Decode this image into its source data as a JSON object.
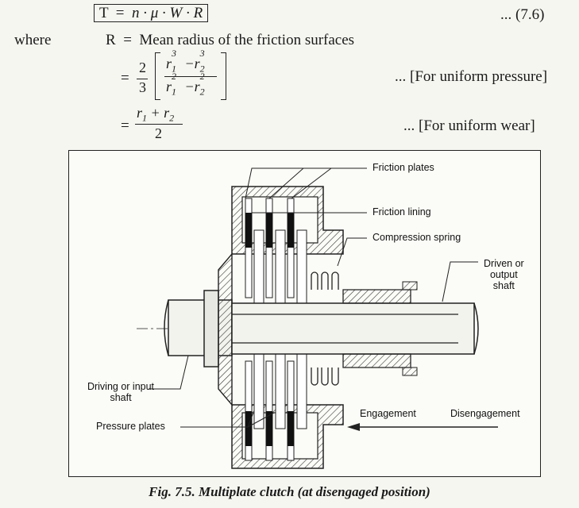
{
  "equation_main": {
    "lhs": "T",
    "eq": "=",
    "rhs": "n · μ · W · R",
    "number": "... (7.6)"
  },
  "where_block": {
    "where_word": "where",
    "R_symbol": "R",
    "eq": "=",
    "R_definition": "Mean radius of the friction surfaces",
    "uniform_pressure": {
      "coef_num": "2",
      "coef_den": "3",
      "note": "... [For uniform pressure]"
    },
    "uniform_wear": {
      "den": "2",
      "note": "... [For uniform wear]"
    }
  },
  "figure": {
    "labels": {
      "friction_plates": "Friction plates",
      "friction_lining": "Friction lining",
      "compression_spring": "Compression spring",
      "driven_shaft": [
        "Driven or",
        "output",
        "shaft"
      ],
      "driving_shaft": [
        "Driving or input",
        "shaft"
      ],
      "pressure_plates": "Pressure plates",
      "engagement": "Engagement",
      "disengagement": "Disengagement"
    }
  },
  "caption": "Fig. 7.5. Multiplate clutch (at disengaged position)"
}
